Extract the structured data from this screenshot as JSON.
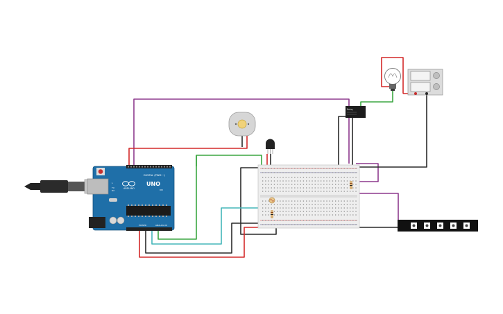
{
  "board": {
    "name": "UNO",
    "brand": "ARDUINO",
    "digital_label": "DIGITAL (PWM ~)",
    "power_label": "POWER",
    "analog_label": "ANALOG IN",
    "tx_label": "TX",
    "rx_label": "RX",
    "l_label": "L",
    "on_label": "ON"
  },
  "relay": {
    "label": "Relay"
  },
  "colors": {
    "board_blue": "#1f6fa8",
    "wire_red": "#d42a2a",
    "wire_black": "#2a2a2a",
    "wire_purple": "#8e3a8e",
    "wire_green": "#3aa640",
    "wire_teal": "#43b5b9",
    "breadboard": "#eeeeee",
    "led_strip": "#111111"
  },
  "components": [
    "arduino-uno",
    "usb-cable",
    "dc-motor",
    "transistor",
    "breadboard",
    "relay",
    "light-bulb",
    "power-supply",
    "led-strip",
    "photoresistor",
    "resistor"
  ]
}
